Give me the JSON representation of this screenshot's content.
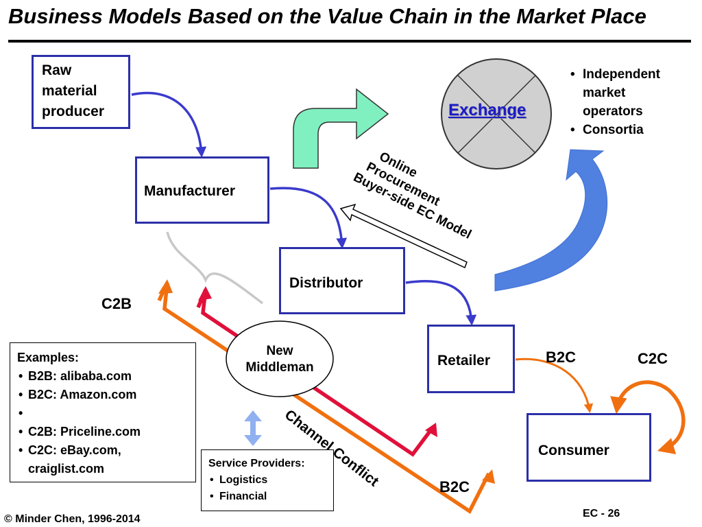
{
  "title": "Business Models Based on the Value Chain in the Market Place",
  "nodes": {
    "raw_material": [
      "Raw",
      "material",
      "producer"
    ],
    "manufacturer": "Manufacturer",
    "distributor": "Distributor",
    "retailer": "Retailer",
    "consumer": "Consumer",
    "new_middleman": [
      "New",
      "Middleman"
    ],
    "exchange": "Exchange"
  },
  "exchange_notes": [
    "Independent market operators",
    "Consortia"
  ],
  "labels": {
    "c2b": "C2B",
    "b2c_retail": "B2C",
    "c2c": "C2C",
    "b2c_bottom": "B2C",
    "channel_conflict": "Channel Conflict",
    "online_procurement": [
      "Online",
      "Procurement",
      "Buyer-side EC Model"
    ]
  },
  "examples": {
    "heading": "Examples:",
    "items": [
      "B2B: alibaba.com",
      "B2C: Amazon.com",
      "",
      "C2B: Priceline.com",
      "C2C: eBay.com, craiglist.com"
    ]
  },
  "service_providers": {
    "heading": "Service Providers:",
    "items": [
      "Logistics",
      "Financial"
    ]
  },
  "footer": {
    "copyright": "© Minder Chen, 1996-2014",
    "page": "EC - 26"
  },
  "colors": {
    "box_border": "#2b2fa8",
    "flow_arrow": "#3a3acc",
    "orange": "#f07010",
    "red": "#e0103a",
    "green_arrow": "#80f0c0",
    "blue_arrow": "#5080e0",
    "exchange_fill": "#d0d0d0"
  }
}
